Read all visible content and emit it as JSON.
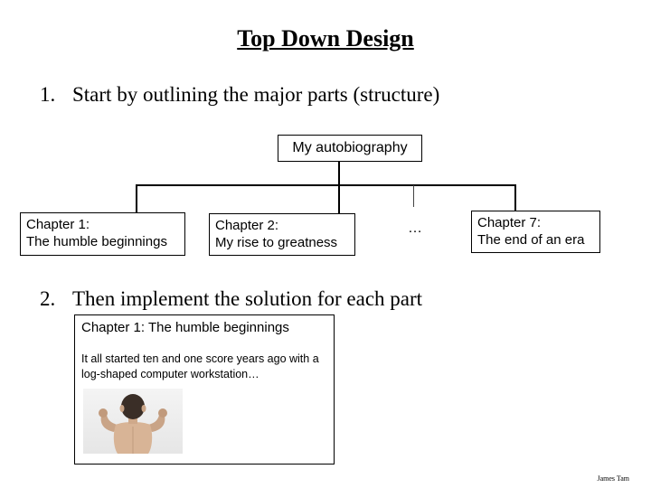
{
  "title": "Top Down Design",
  "steps": [
    {
      "number": "1.",
      "text": "Start by outlining the major parts (structure)"
    },
    {
      "number": "2.",
      "text": "Then implement the solution for each part"
    }
  ],
  "tree": {
    "root": "My autobiography",
    "children": [
      {
        "heading": "Chapter 1:",
        "subtitle": "The humble beginnings"
      },
      {
        "heading": "Chapter 2:",
        "subtitle": "My rise to greatness"
      },
      {
        "heading": "…",
        "subtitle": ""
      },
      {
        "heading": "Chapter 7:",
        "subtitle": "The end of an era"
      }
    ]
  },
  "detail": {
    "title": "Chapter 1: The humble beginnings",
    "body": "It all started ten and one score years ago with a log-shaped computer workstation…",
    "image": "child-flexing-arms-photo"
  },
  "credit": "James Tam"
}
